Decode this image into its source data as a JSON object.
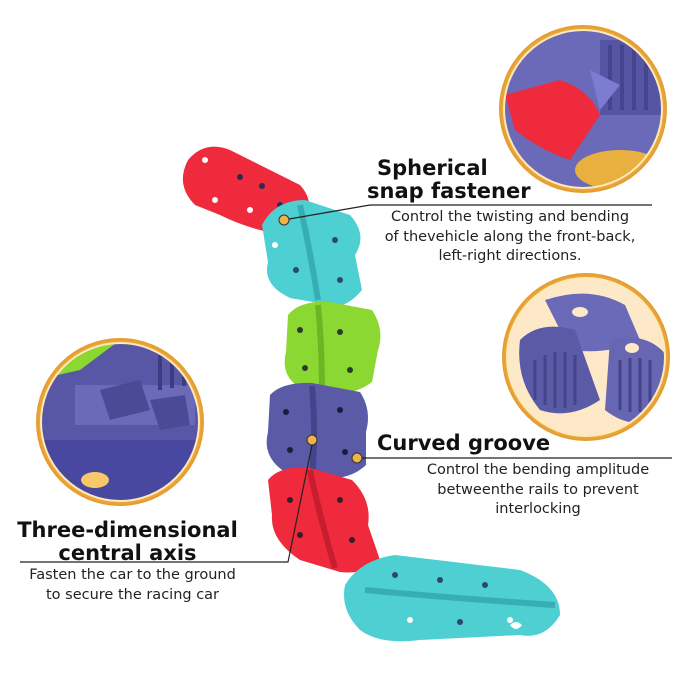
{
  "callouts": {
    "snap": {
      "title_line1": "Spherical",
      "title_line2": "snap fastener",
      "desc_line1": "Control the twisting and bending",
      "desc_line2": "of thevehicle along the front-back,",
      "desc_line3": "left-right directions."
    },
    "groove": {
      "title": "Curved groove",
      "desc_line1": "Control the bending amplitude",
      "desc_line2": "betweenthe rails to prevent",
      "desc_line3": "interlocking"
    },
    "axis": {
      "title_line1": "Three-dimensional",
      "title_line2": "central axis",
      "desc_line1": "Fasten the car to the ground",
      "desc_line2": "to secure the racing car"
    }
  },
  "colors": {
    "red": "#ee2a3c",
    "teal": "#4ecfd2",
    "green": "#8bd832",
    "purple": "#5a5aa6",
    "ring": "#f2b24a",
    "line": "#222222"
  }
}
